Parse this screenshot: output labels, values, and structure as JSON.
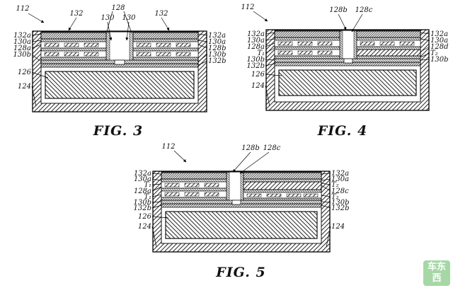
{
  "watermark": {
    "text_top": "车东",
    "text_bottom": "西",
    "bg": "#8fcf8f"
  },
  "fig3": {
    "caption": "FIG. 3",
    "top": {
      "ref112": "112",
      "ref132l": "132",
      "ref128": "128",
      "ref130l": "130",
      "ref130r": "130",
      "ref132r": "132"
    },
    "left": [
      "132a",
      "130a",
      "128a",
      "130b",
      "126",
      "124"
    ],
    "right": [
      "132a",
      "130a",
      "128b",
      "130b",
      "132b"
    ]
  },
  "fig4": {
    "caption": "FIG. 4",
    "top": {
      "ref112": "112",
      "ref128b": "128b",
      "ref128c": "128c"
    },
    "left": [
      "132a",
      "130a",
      "128a",
      "T₁",
      "130b",
      "132b",
      "126",
      "124"
    ],
    "right": [
      "132a",
      "130a",
      "128d",
      "T₂",
      "130b"
    ]
  },
  "fig5": {
    "caption": "FIG. 5",
    "top": {
      "ref112": "112",
      "ref128b": "128b",
      "ref128c": "128c"
    },
    "left": [
      "132a",
      "130a",
      "T₁",
      "128a",
      "T₁",
      "130b",
      "132b",
      "126",
      "124"
    ],
    "right": [
      "132a",
      "130a",
      "T₂",
      "128c",
      "T₂",
      "130b",
      "132b",
      "124"
    ]
  }
}
